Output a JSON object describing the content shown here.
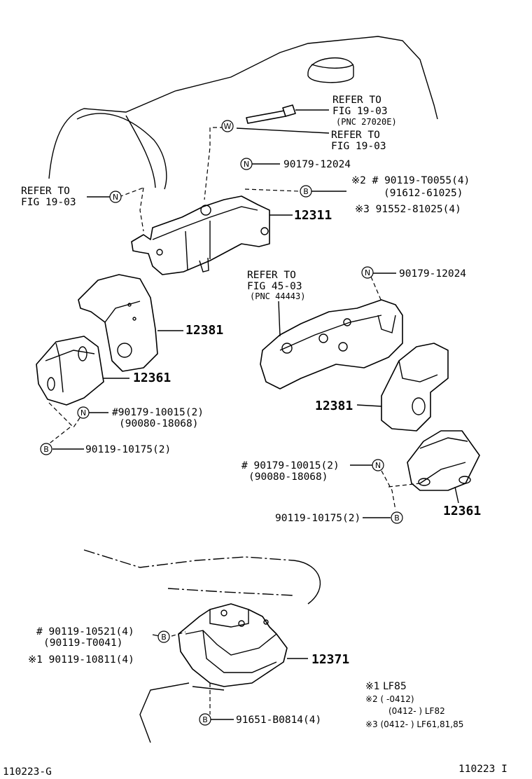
{
  "labels": {
    "refer1_a": "REFER TO",
    "refer1_b": "FIG 19-03",
    "refer1_c": "(PNC 27020E)",
    "refer2_a": "REFER TO",
    "refer2_b": "FIG 19-03",
    "refer3_a": "REFER TO",
    "refer3_b": "FIG 19-03",
    "refer4_a": "REFER TO",
    "refer4_b": "FIG 45-03",
    "refer4_c": "(PNC 44443)",
    "p_90179_12024_a": "90179-12024",
    "p_90119_T0055": "※2 # 90119-T0055(4)",
    "p_91612_61025": "(91612-61025)",
    "p_91552_81025": "※3 91552-81025(4)",
    "p_12311": "12311",
    "p_90179_12024_b": "90179-12024",
    "p_12381_a": "12381",
    "p_12361_a": "12361",
    "p_90179_10015_a": "#90179-10015(2)",
    "p_90080_18068_a": "(90080-18068)",
    "p_90119_10175_a": "90119-10175(2)",
    "p_12381_b": "12381",
    "p_90179_10015_b": "# 90179-10015(2)",
    "p_90080_18068_b": "(90080-18068)",
    "p_90119_10175_b": "90119-10175(2)",
    "p_12361_b": "12361",
    "p_90119_10521": "# 90119-10521(4)",
    "p_90119_T0041": "(90119-T0041)",
    "p_90119_10811": "※1 90119-10811(4)",
    "p_12371": "12371",
    "p_91651_B0814": "91651-B0814(4)"
  },
  "callouts": {
    "W": "W",
    "N": "N",
    "B": "B"
  },
  "legend": {
    "l1": "※1  LF85",
    "l2": "※2  (     -0412)",
    "l3": "(0412-     ) LF82",
    "l4": "※3  (0412-     ) LF61,81,85"
  },
  "footer": {
    "left": "110223-G",
    "right": "110223 I"
  }
}
